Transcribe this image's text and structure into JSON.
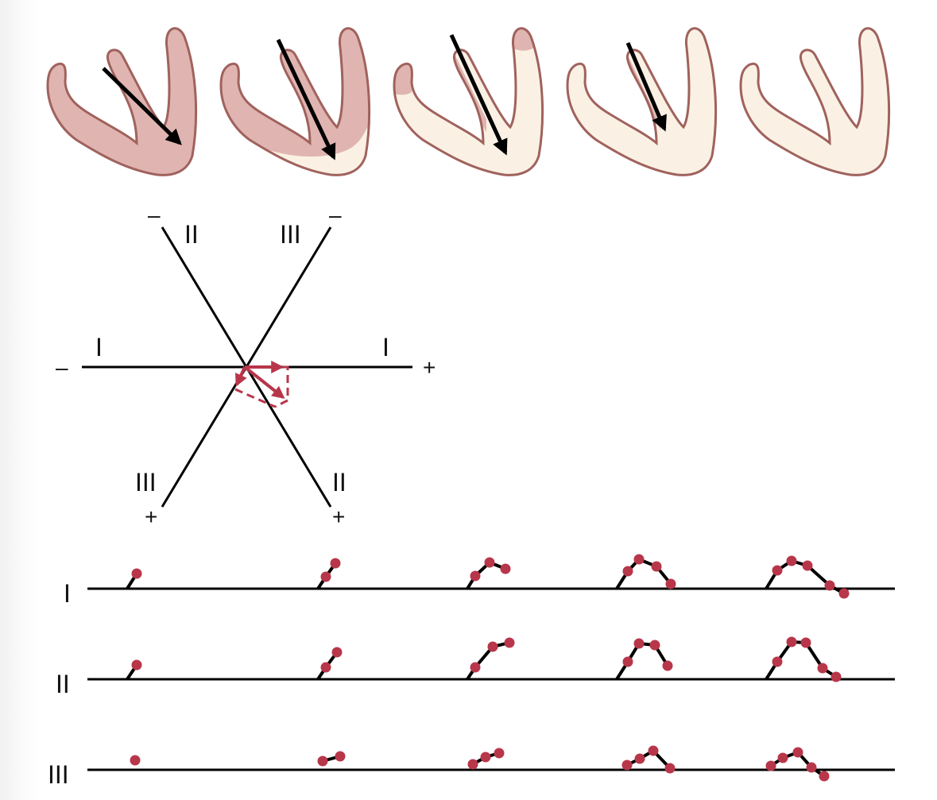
{
  "colors": {
    "depolarized": "#e0b5b1",
    "polarized": "#faf1e4",
    "outline": "#a0625d",
    "dot": "#b8364a",
    "vector": "#b8364a",
    "line": "#000000"
  },
  "heart_panels": [
    {
      "name": "heart-panel-1",
      "has_vector": true
    },
    {
      "name": "heart-panel-2",
      "has_vector": true
    },
    {
      "name": "heart-panel-3",
      "has_vector": true
    },
    {
      "name": "heart-panel-4",
      "has_vector": true
    },
    {
      "name": "heart-panel-5",
      "has_vector": false
    }
  ],
  "axis": {
    "lead_I_label_left": "I",
    "lead_I_label_right": "I",
    "lead_I_neg": "–",
    "lead_I_pos": "+",
    "lead_II_label_top": "II",
    "lead_II_label_bottom": "II",
    "lead_II_neg": "–",
    "lead_II_pos": "+",
    "lead_III_label_top": "III",
    "lead_III_label_bottom": "III",
    "lead_III_neg": "–",
    "lead_III_pos": "+"
  },
  "traces": [
    {
      "lead": "I"
    },
    {
      "lead": "II"
    },
    {
      "lead": "III"
    }
  ]
}
